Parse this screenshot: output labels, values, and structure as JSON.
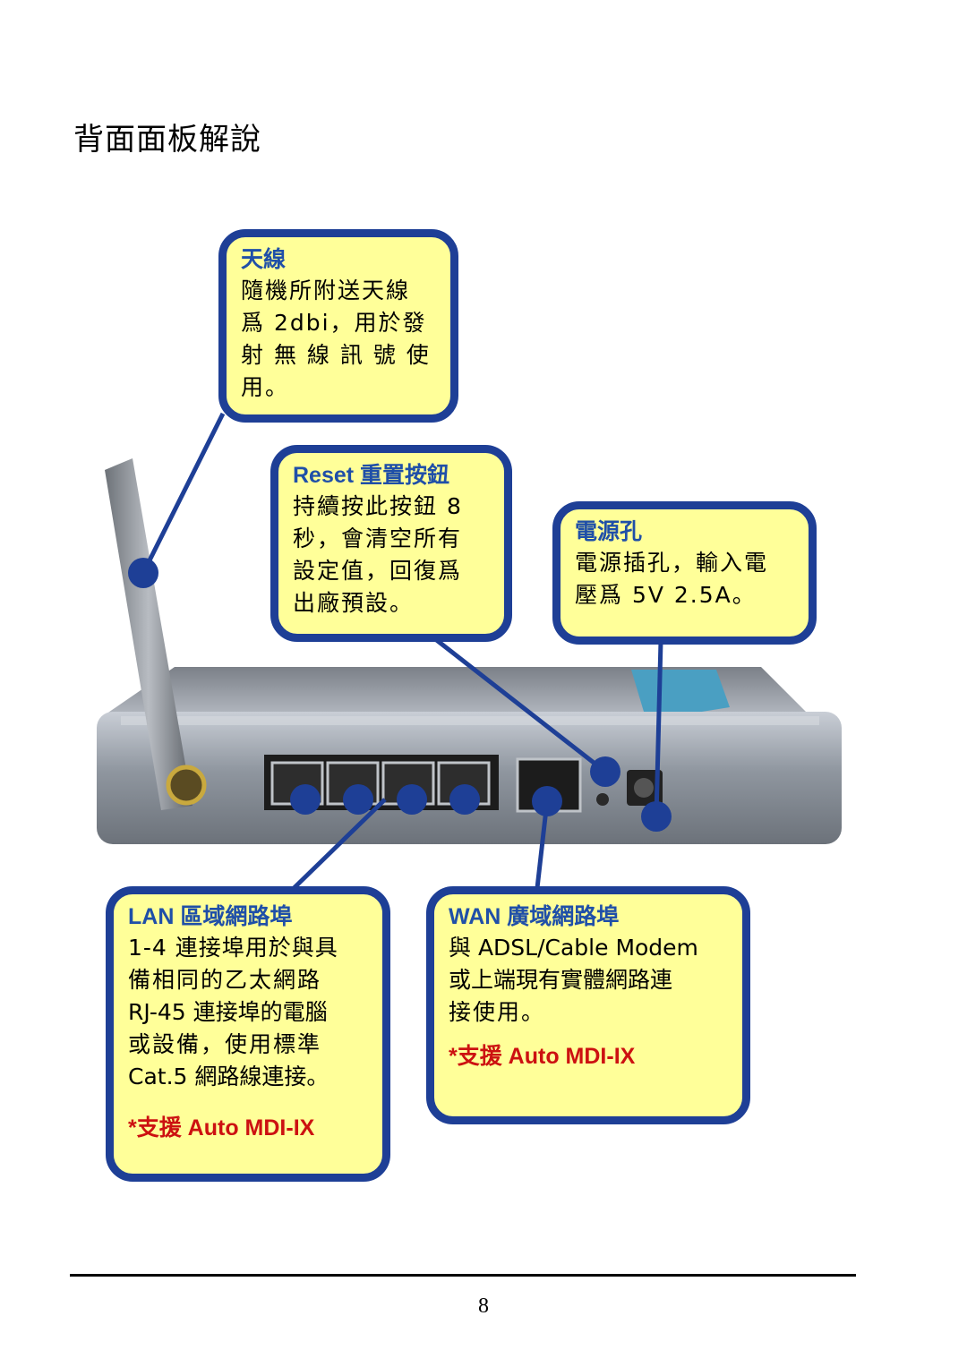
{
  "page": {
    "title": "背面面板解說",
    "page_number": "8"
  },
  "callouts": {
    "antenna": {
      "heading": "天線",
      "lines": [
        "隨機所附送天線",
        "爲 2dbi，用於發",
        "射 無 線 訊 號 使",
        "用。"
      ]
    },
    "reset": {
      "heading": "Reset 重置按鈕",
      "lines": [
        "持續按此按鈕 8",
        "秒，會清空所有",
        "設定值，回復爲",
        "出廠預設。"
      ]
    },
    "power": {
      "heading": "電源孔",
      "lines": [
        "電源插孔，輸入電",
        "壓爲 5V 2.5A。"
      ]
    },
    "lan": {
      "heading": "LAN 區域網路埠",
      "lines": [
        "1-4 連接埠用於與具",
        "備相同的乙太網路",
        "RJ-45 連接埠的電腦",
        "或設備，使用標準",
        "Cat.5 網路線連接。"
      ],
      "note": "*支援 Auto MDI-IX"
    },
    "wan": {
      "heading": "WAN 廣域網路埠",
      "lines": [
        "與 ADSL/Cable Modem",
        "或上端現有實體網路連",
        "接使用。"
      ],
      "note": "*支援 Auto MDI-IX"
    }
  },
  "colors": {
    "callout_fill": "#ffff99",
    "callout_border": "#1e3f96",
    "heading_blue": "#1f4fa8",
    "note_red": "#cc1111",
    "pointer_dot": "#1e3f96"
  }
}
